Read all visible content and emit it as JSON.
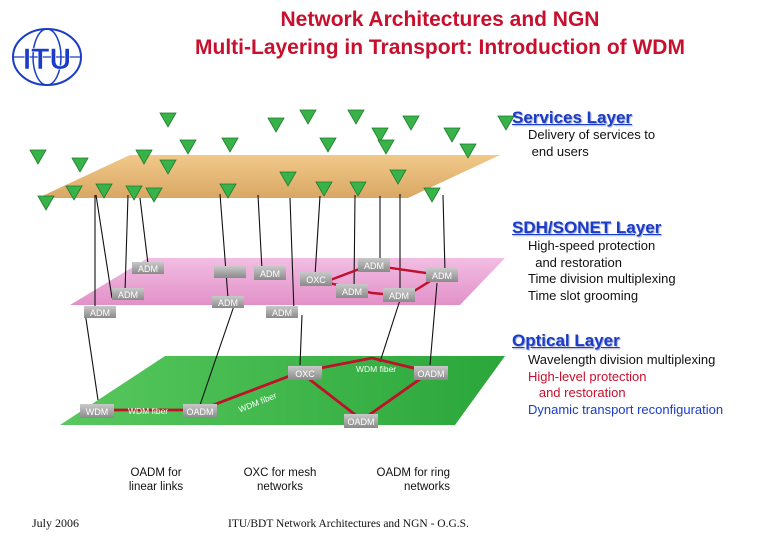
{
  "title": {
    "line1": "Network Architectures and NGN",
    "line2": "Multi-Layering in Transport: Introduction of WDM"
  },
  "logo": {
    "text": "ITU"
  },
  "layers": {
    "services": {
      "title": "Services Layer",
      "desc": "Delivery of services to\n end users"
    },
    "sdh": {
      "title": "SDH/SONET Layer",
      "desc_l1": "High-speed protection",
      "desc_l2": "  and restoration",
      "desc_l3": "Time division multiplexing",
      "desc_l4": "Time slot grooming"
    },
    "optical": {
      "title": "Optical Layer",
      "desc_l1": "Wavelength division multiplexing",
      "desc_l2": "High-level protection",
      "desc_l3": "   and restoration",
      "desc_l4": "Dynamic transport reconfiguration"
    }
  },
  "nodes": {
    "adm": "ADM",
    "oxc": "OXC",
    "oadm": "OADM",
    "wdm": "WDM",
    "wdm_fiber": "WDM fiber"
  },
  "captions": {
    "linear": "OADM for\nlinear links",
    "mesh": "OXC for mesh\nnetworks",
    "ring": "OADM for ring\nnetworks"
  },
  "footer": {
    "date": "July 2006",
    "source": "ITU/BDT Network Architectures and NGN - O.G.S."
  },
  "colors": {
    "title": "#c8102e",
    "layer_title": "#1a3cc8",
    "services_plane": "#e0b470",
    "sdh_plane": "#e6a2d2",
    "optical_plane": "#3cb54a",
    "ring_links": "#c0102a",
    "terminal": "#37b34a"
  }
}
